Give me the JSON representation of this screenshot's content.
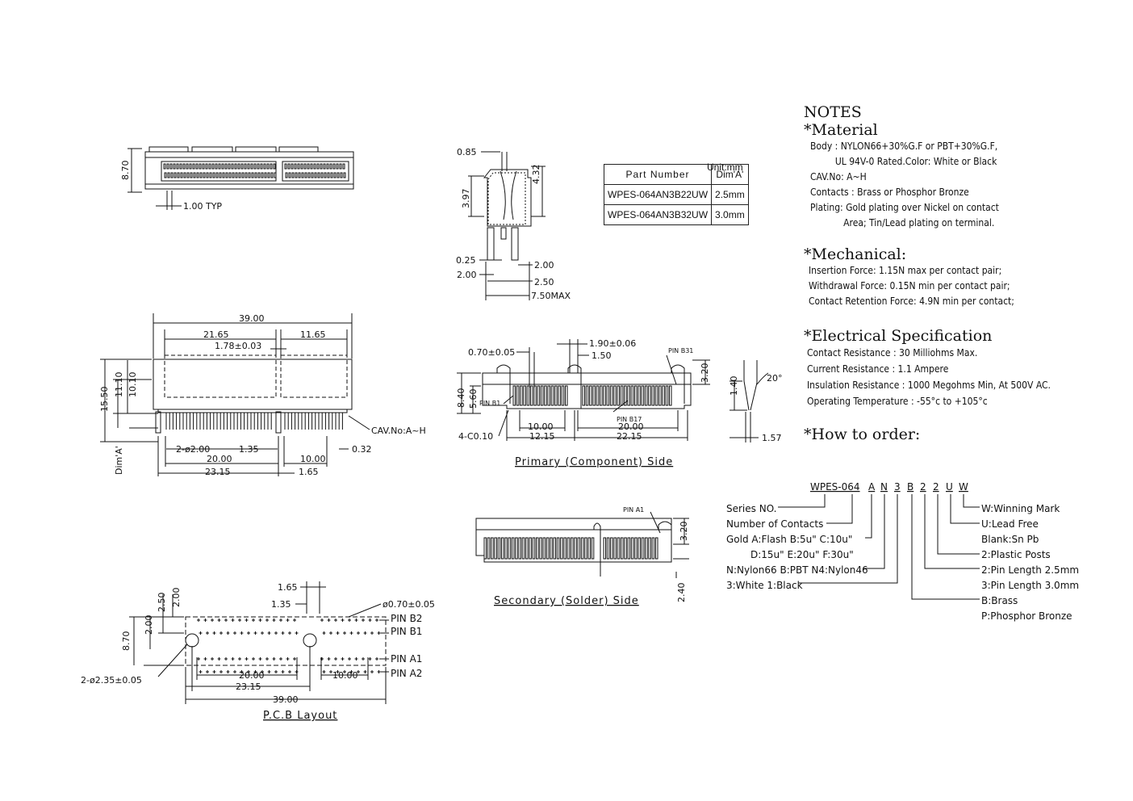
{
  "top_view": {
    "height_dim": "8.70",
    "pitch_dim": "1.00 TYP"
  },
  "side_view": {
    "dims": [
      "0.85",
      "3.97",
      "4.32",
      "0.25",
      "2.00",
      "2.00",
      "2.50",
      "7.50MAX"
    ]
  },
  "part_table": {
    "unit": "Unit:mm",
    "headers": [
      "Part Number",
      "Dim'A'"
    ],
    "rows": [
      {
        "part": "WPES-064AN3B22UW",
        "dim": "2.5mm"
      },
      {
        "part": "WPES-064AN3B32UW",
        "dim": "3.0mm"
      }
    ]
  },
  "front_view": {
    "dims": [
      "39.00",
      "21.65",
      "11.65",
      "1.78±0.03",
      "15.50",
      "11.10",
      "10.10",
      "Dim'A'",
      "2-ø2.00",
      "1.35",
      "20.00",
      "10.00",
      "23.15",
      "1.65",
      "0.32"
    ],
    "cav_label": "CAV.No:A~H"
  },
  "primary_view": {
    "dims": [
      "1.90±0.06",
      "0.70±0.05",
      "1.50",
      "8.40",
      "5.60",
      "3.20",
      "10.00",
      "20.00",
      "12.15",
      "22.15",
      "4-C0.10"
    ],
    "pin_labels": [
      "PIN B31",
      "PIN B1",
      "PIN B17"
    ],
    "caption": "Primary (Component) Side"
  },
  "detail_view": {
    "dims": [
      "1.40",
      "20°",
      "1.57"
    ]
  },
  "secondary_view": {
    "dims": [
      "3.20",
      "2.40"
    ],
    "pin_label": "PIN A1",
    "caption": "Secondary (Solder) Side"
  },
  "pcb_view": {
    "dims": [
      "1.65",
      "1.35",
      "ø0.70±0.05",
      "2.50",
      "2.00",
      "2.00",
      "8.70",
      "2-ø2.35±0.05",
      "20.00",
      "10.00",
      "23.15",
      "39.00"
    ],
    "pin_labels": [
      "PIN B2",
      "PIN B1",
      "PIN A1",
      "PIN A2"
    ],
    "caption": "P.C.B Layout"
  },
  "notes": {
    "title": "NOTES",
    "material_heading": "*Material",
    "material_lines": [
      "Body : NYLON66+30%G.F or PBT+30%G.F,",
      "         UL 94V-0 Rated.Color: White or Black",
      "CAV.No: A~H",
      "Contacts : Brass or Phosphor Bronze",
      "Plating: Gold plating over Nickel on contact",
      "            Area; Tin/Lead plating on terminal."
    ],
    "mechanical_heading": "*Mechanical:",
    "mechanical_lines": [
      "Insertion Force: 1.15N max per contact pair;",
      "Withdrawal Force: 0.15N min per contact pair;",
      "Contact Retention Force: 4.9N min per contact;"
    ],
    "electrical_heading": "*Electrical Specification",
    "electrical_lines": [
      "Contact Resistance : 30 Milliohms Max.",
      "Current Resistance : 1.1 Ampere",
      "Insulation Resistance : 1000 Megohms Min, At 500V AC.",
      "Operating Temperature : -55°c to +105°c"
    ],
    "order_heading": "*How to order:"
  },
  "order_code": {
    "parts": [
      "WPES-064",
      "A",
      "N",
      "3",
      "B",
      "2",
      "2",
      "U",
      "W"
    ],
    "left_labels": [
      "Series NO.",
      "Number of Contacts",
      "Gold A:Flash B:5u\" C:10u\"",
      "D:15u\" E:20u\" F:30u\"",
      "N:Nylon66 B:PBT N4:Nylon46",
      "3:White 1:Black"
    ],
    "right_labels": [
      "W:Winning Mark",
      "U:Lead Free",
      "Blank:Sn Pb",
      "2:Plastic Posts",
      "2:Pin Length 2.5mm",
      "3:Pin Length 3.0mm",
      "B:Brass",
      "P:Phosphor Bronze"
    ]
  }
}
